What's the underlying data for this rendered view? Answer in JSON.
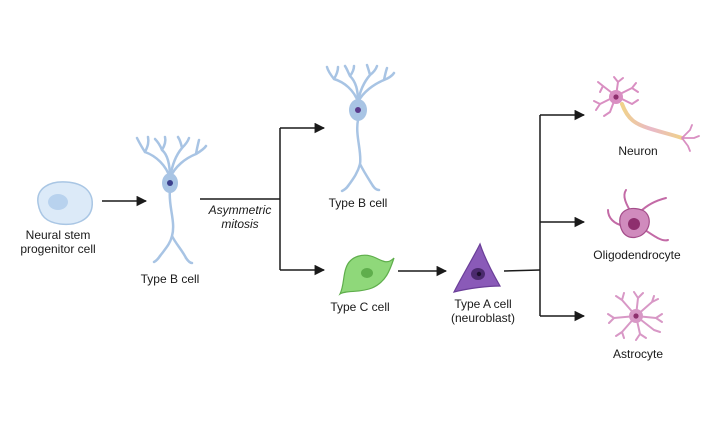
{
  "labels": {
    "neural_stem": [
      "Neural stem",
      "progenitor cell"
    ],
    "type_b_1": "Type B cell",
    "mitosis": [
      "Asymmetric",
      "mitosis"
    ],
    "type_b_2": "Type B cell",
    "type_c": "Type C cell",
    "type_a": [
      "Type A cell",
      "(neuroblast)"
    ],
    "neuron": "Neuron",
    "oligodendrocyte": "Oligodendrocyte",
    "astrocyte": "Astrocyte"
  },
  "colors": {
    "stem_fill": "#dceaf8",
    "stem_stroke": "#a9c6e4",
    "type_b": "#a8c4e4",
    "type_c": "#8fd87a",
    "type_a": "#8a5ab8",
    "neuron": "#d98fc2",
    "oligo": "#c36aa6",
    "astro": "#d898c6",
    "arrow": "#1a1a1a"
  }
}
